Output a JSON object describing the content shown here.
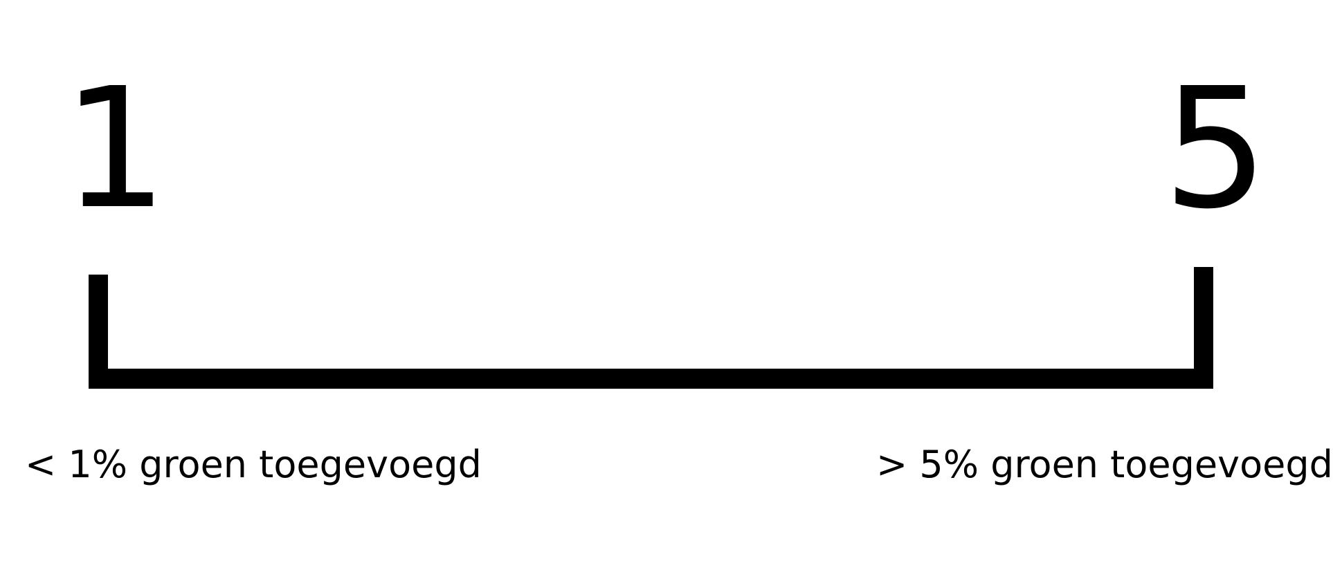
{
  "scale": {
    "min_label": "1",
    "max_label": "5",
    "min_caption": "< 1% groen toegevoegd",
    "max_caption": "> 5% groen toegevoegd",
    "line_color": "#000000",
    "background_color": "#ffffff"
  }
}
